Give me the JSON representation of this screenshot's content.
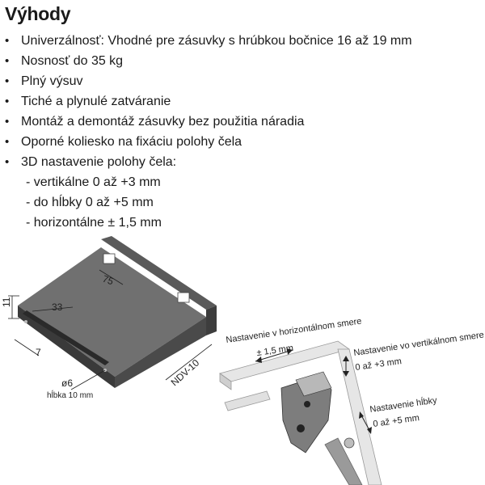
{
  "title": "Výhody",
  "features": [
    "Univerzálnosť: Vhodné pre zásuvky s hrúbkou bočnice 16 až 19 mm",
    "Nosnosť do 35 kg",
    "Plný výsuv",
    "Tiché a plynulé zatváranie",
    "Montáž a demontáž zásuvky bez použitia náradia",
    "Oporné koliesko na fixáciu polohy čela",
    "3D nastavenie polohy čela:"
  ],
  "sub_items": [
    "- vertikálne 0 až +3 mm",
    "- do hĺbky 0 až +5 mm",
    "- horizontálne ± 1,5 mm"
  ],
  "drawer": {
    "dim_75": "75",
    "dim_33": "33",
    "dim_11": "11",
    "dim_7": "7",
    "dim_6": "ø6",
    "depth_note": "hĺbka 10 mm",
    "model": "NDV-10"
  },
  "adjust": {
    "horizontal_title": "Nastavenie v horizontálnom smere",
    "horizontal_value": "± 1,5 mm",
    "vertical_title": "Nastavenie vo vertikálnom smere",
    "vertical_value": "0 až +3 mm",
    "depth_title": "Nastavenie hĺbky",
    "depth_value": "0 až +5 mm"
  },
  "colors": {
    "drawer_top": "#6e6e6e",
    "drawer_side": "#4a4a4a",
    "drawer_front": "#3a3a3a",
    "panel": "#e8e8e8",
    "mechanism": "#7d7d7d"
  }
}
